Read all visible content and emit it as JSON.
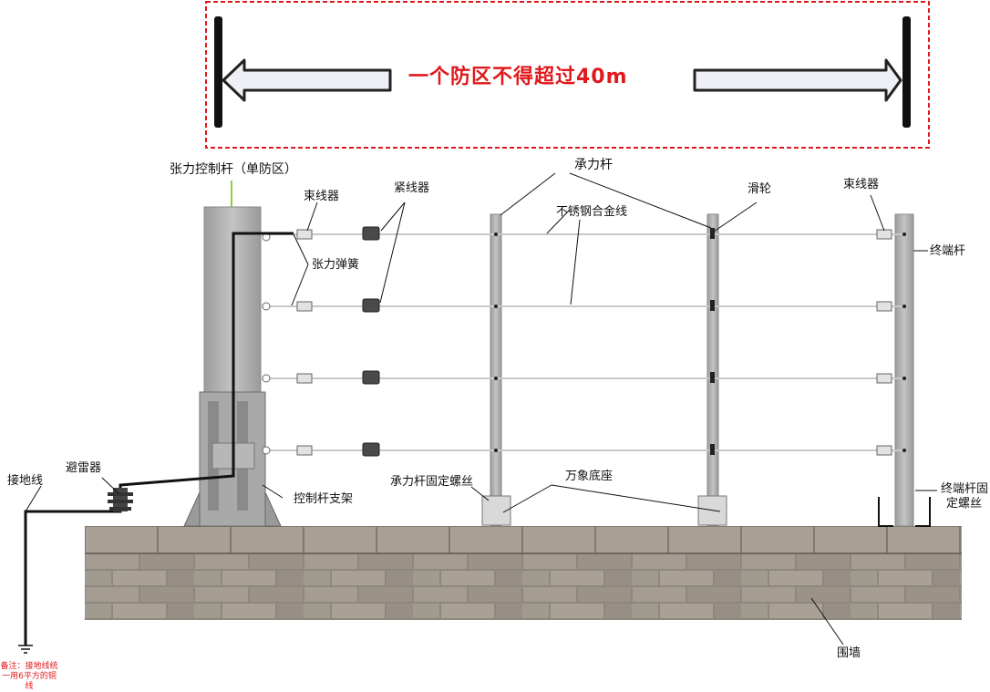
{
  "zone": {
    "text": "一个防区不得超过40m",
    "color": "#e0191c"
  },
  "labels": {
    "tension_pole": "张力控制杆（单防区）",
    "wire_clip_left": "束线器",
    "tightener": "紧线器",
    "bearing_pole": "承力杆",
    "stainless_wire": "不锈钢合金线",
    "pulley": "滑轮",
    "wire_clip_right": "束线器",
    "terminal_pole": "终端杆",
    "tension_spring": "张力弹簧",
    "lightning_arrester": "避雷器",
    "ground_wire": "接地线",
    "bearing_bolt": "承力杆固定螺丝",
    "universal_base": "万象底座",
    "control_bracket": "控制杆支架",
    "terminal_bolt_1": "终端杆固",
    "terminal_bolt_2": "定螺丝",
    "wall": "围墙",
    "note": "备注：接地线统一用6平方的铜线"
  },
  "colors": {
    "pole": "#b3b3b3",
    "wall": "#8e877d",
    "wire": "#c8c8c8",
    "ground": "#111111"
  }
}
